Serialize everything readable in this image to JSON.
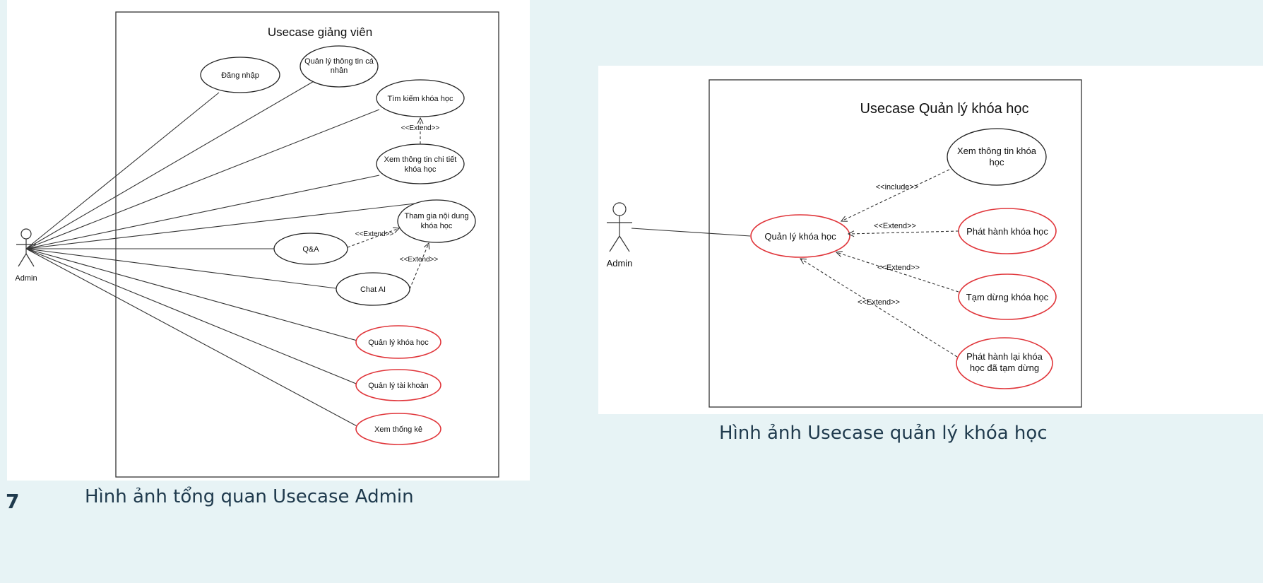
{
  "page_number": "7",
  "left_diagram": {
    "title": "Usecase giảng viên",
    "actor": "Admin",
    "caption": "Hình ảnh tổng quan Usecase Admin",
    "usecases": {
      "dang_nhap": "Đăng nhập",
      "quan_ly_thong_tin_1": "Quản lý thông tin cá",
      "quan_ly_thong_tin_2": "nhân",
      "tim_kiem": "Tìm kiếm khóa học",
      "xem_chi_tiet_1": "Xem thông tin chi tiết",
      "xem_chi_tiet_2": "khóa học",
      "tham_gia_1": "Tham gia nội dung",
      "tham_gia_2": "khóa học",
      "qa": "Q&A",
      "chat_ai": "Chat AI",
      "quan_ly_khoa_hoc": "Quản lý khóa học",
      "quan_ly_tai_khoan": "Quản lý tài khoản",
      "xem_thong_ke": "Xem thống kê"
    },
    "relations": {
      "extend_1": "<<Extend>>",
      "extend_2": "<<Extend>>",
      "extend_3": "<<Extend>>"
    }
  },
  "right_diagram": {
    "title": "Usecase Quản lý khóa học",
    "actor": "Admin",
    "caption": "Hình ảnh Usecase quản lý khóa học",
    "usecases": {
      "quan_ly_khoa_hoc": "Quản lý khóa học",
      "xem_thong_tin_1": "Xem thông tin khóa",
      "xem_thong_tin_2": "học",
      "phat_hanh": "Phát hành khóa học",
      "tam_dung": "Tạm dừng khóa học",
      "phat_hanh_lai_1": "Phát hành lại khóa",
      "phat_hanh_lai_2": "học đã tạm dừng"
    },
    "relations": {
      "include": "<<include>>",
      "extend_1": "<<Extend>>",
      "extend_2": "<<Extend>>",
      "extend_3": "<<Extend>>"
    }
  },
  "colors": {
    "background": "#e7f3f5",
    "highlight_usecase_border": "#e0353a",
    "caption_text": "#1f3a4d"
  }
}
